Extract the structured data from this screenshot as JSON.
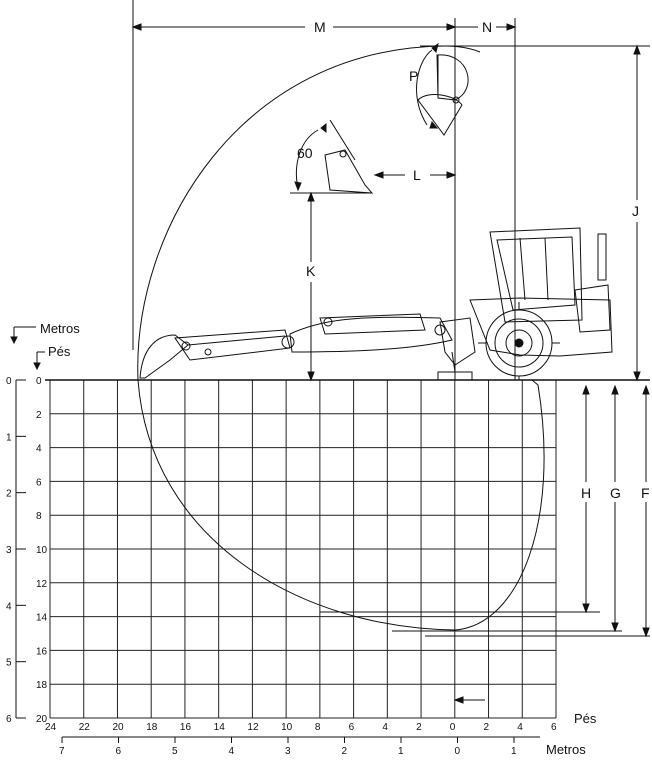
{
  "diagram": {
    "units": {
      "meters_label": "Metros",
      "feet_label": "Pés"
    },
    "dimension_labels": {
      "M": "M",
      "N": "N",
      "P": "P",
      "J": "J",
      "K": "K",
      "L": "L",
      "H": "H",
      "G": "G",
      "F": "F",
      "angle": "60"
    },
    "left_scale": {
      "meters": [
        "0",
        "1",
        "2",
        "3",
        "4",
        "5",
        "6"
      ],
      "feet": [
        "0",
        "2",
        "4",
        "6",
        "8",
        "10",
        "12",
        "14",
        "16",
        "18",
        "20"
      ]
    },
    "bottom_scale": {
      "feet": [
        "24",
        "22",
        "20",
        "18",
        "16",
        "14",
        "12",
        "10",
        "8",
        "6",
        "4",
        "2",
        "0",
        "2",
        "4",
        "6"
      ],
      "meters": [
        "7",
        "6",
        "5",
        "4",
        "3",
        "2",
        "1",
        "0",
        "1"
      ]
    },
    "colors": {
      "ink": "#111111",
      "background": "#ffffff"
    }
  }
}
